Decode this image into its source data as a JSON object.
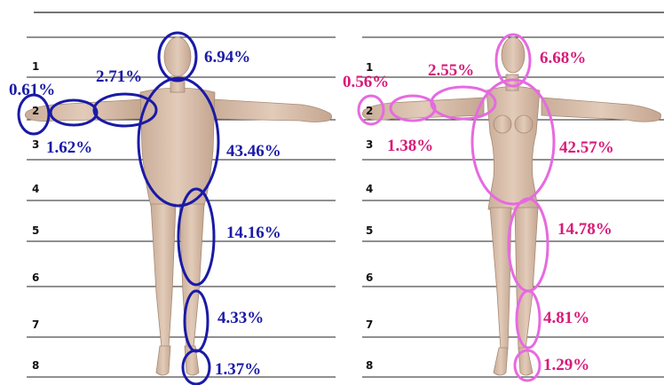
{
  "colors": {
    "male": "#1a1aa6",
    "female": "#d81b78",
    "female_ellipse": "#e66ae0",
    "skin": "#d6bca9",
    "skin_dark": "#b39581",
    "line": "#222222"
  },
  "left_panel": {
    "row_numbers": [
      "1",
      "2",
      "3",
      "4",
      "5",
      "6",
      "7",
      "8"
    ],
    "percentages": {
      "head": "6.94%",
      "upper_arm": "2.71%",
      "hand": "0.61%",
      "forearm": "1.62%",
      "trunk": "43.46%",
      "thigh": "14.16%",
      "shank": "4.33%",
      "foot": "1.37%"
    }
  },
  "right_panel": {
    "row_numbers": [
      "1",
      "2",
      "3",
      "4",
      "5",
      "6",
      "7",
      "8"
    ],
    "percentages": {
      "head": "6.68%",
      "upper_arm": "2.55%",
      "hand": "0.56%",
      "forearm": "1.38%",
      "trunk": "42.57%",
      "thigh": "14.78%",
      "shank": "4.81%",
      "foot": "1.29%"
    }
  },
  "icons": {
    "male_figure": "male-body-icon",
    "female_figure": "female-body-icon"
  }
}
